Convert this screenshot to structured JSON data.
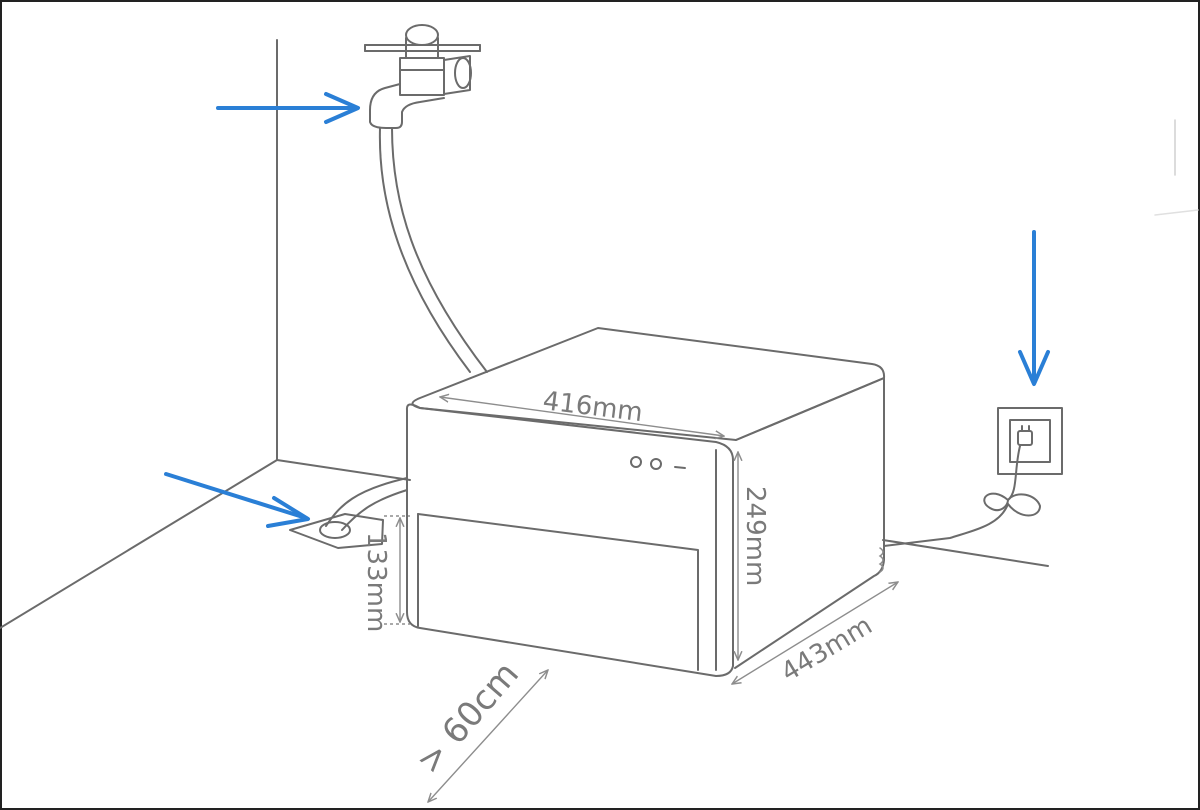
{
  "colors": {
    "line": "#6b6b6b",
    "dimension": "#8d8d8d",
    "arrow": "#2a7fd6",
    "background": "#ffffff"
  },
  "icons": {
    "water_inlet_arrow": "arrow-right-icon",
    "drain_arrow": "arrow-down-right-icon",
    "power_arrow": "arrow-down-icon",
    "faucet": "faucet-icon",
    "socket": "power-socket-icon",
    "appliance": "dishwasher-icon"
  },
  "dimensions": {
    "width": "416mm",
    "height": "249mm",
    "depth": "443mm",
    "plinth": "133mm",
    "distance": "> 60cm"
  }
}
